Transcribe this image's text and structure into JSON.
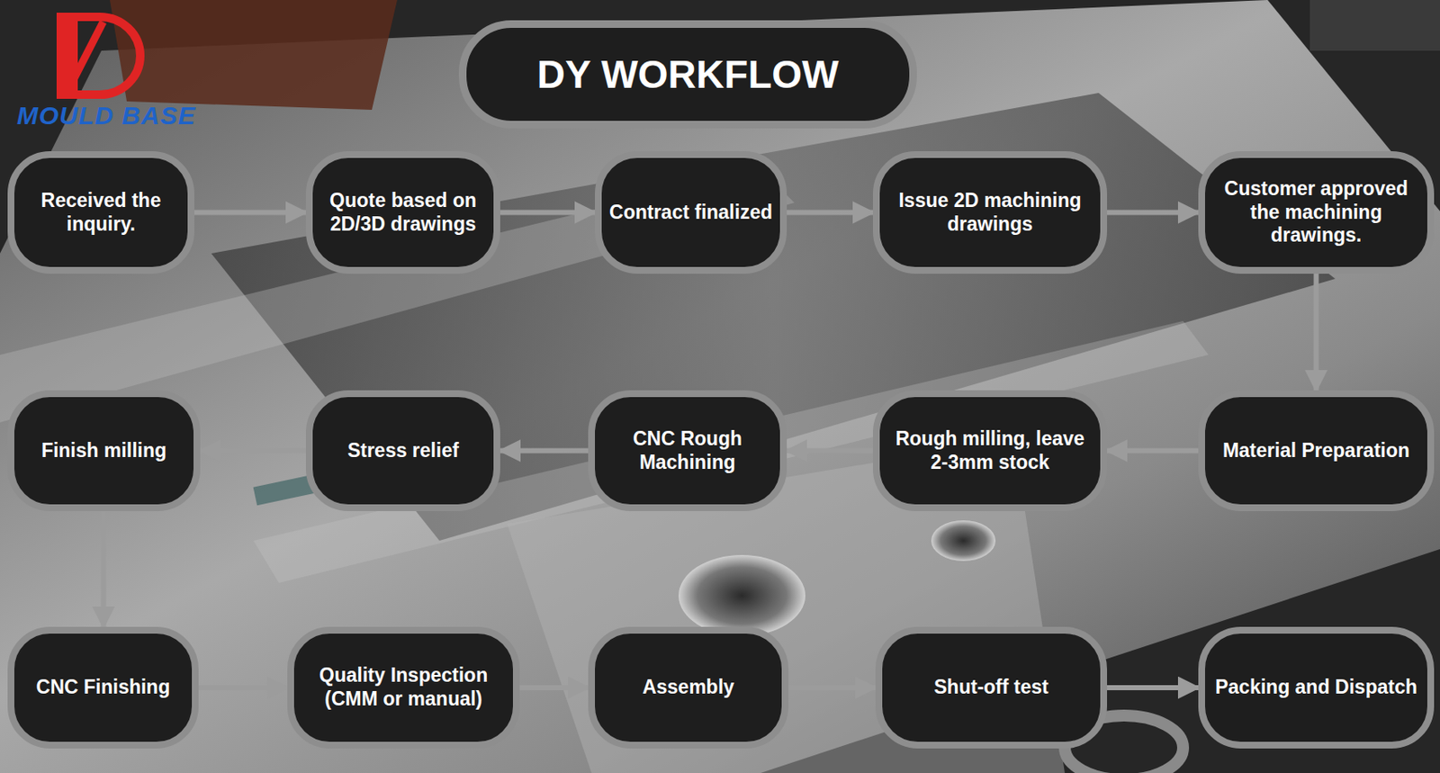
{
  "diagram": {
    "title": "DY WORKFLOW",
    "nodes": [
      {
        "text": [
          "Received the inquiry."
        ]
      },
      {
        "text": [
          "Quote based on 2D/3D drawings"
        ]
      },
      {
        "text": [
          "Contract finalized"
        ]
      },
      {
        "text": [
          "Issue 2D machining drawings"
        ]
      },
      {
        "text": [
          "Customer approved the machining drawings."
        ]
      },
      {
        "text": [
          "Material Preparation"
        ]
      },
      {
        "text": [
          "Rough milling, leave 2-3mm stock"
        ]
      },
      {
        "text": [
          "CNC Rough Machining"
        ]
      },
      {
        "text": [
          "Stress relief"
        ]
      },
      {
        "text": [
          "Finish milling"
        ]
      },
      {
        "text": [
          "CNC Finishing"
        ]
      },
      {
        "text": [
          "Quality Inspection (CMM or manual)"
        ]
      },
      {
        "text": [
          "Assembly"
        ]
      },
      {
        "text": [
          "Shut-off test"
        ]
      },
      {
        "text": [
          "Packing and Dispatch"
        ]
      }
    ],
    "edges": [
      {
        "from": 0,
        "to": 1,
        "arrow": "to"
      },
      {
        "from": 1,
        "to": 2,
        "arrow": "to"
      },
      {
        "from": 2,
        "to": 3,
        "arrow": "to"
      },
      {
        "from": 3,
        "to": 4,
        "arrow": "to"
      },
      {
        "from": 4,
        "to": 5,
        "arrow": "to"
      },
      {
        "from": 5,
        "to": 6,
        "arrow": "to"
      },
      {
        "from": 6,
        "to": 7,
        "arrow": "to"
      },
      {
        "from": 7,
        "to": 8,
        "arrow": "to"
      },
      {
        "from": 8,
        "to": 9,
        "arrow": "to"
      },
      {
        "from": 9,
        "to": 10,
        "arrow": "to"
      },
      {
        "from": 10,
        "to": 11,
        "arrow": "to"
      },
      {
        "from": 11,
        "to": 12,
        "arrow": "to"
      },
      {
        "from": 12,
        "to": 13,
        "arrow": "to"
      },
      {
        "from": 13,
        "to": 14,
        "arrow": "to"
      }
    ],
    "labels": [
      "MOULD BASE"
    ]
  }
}
